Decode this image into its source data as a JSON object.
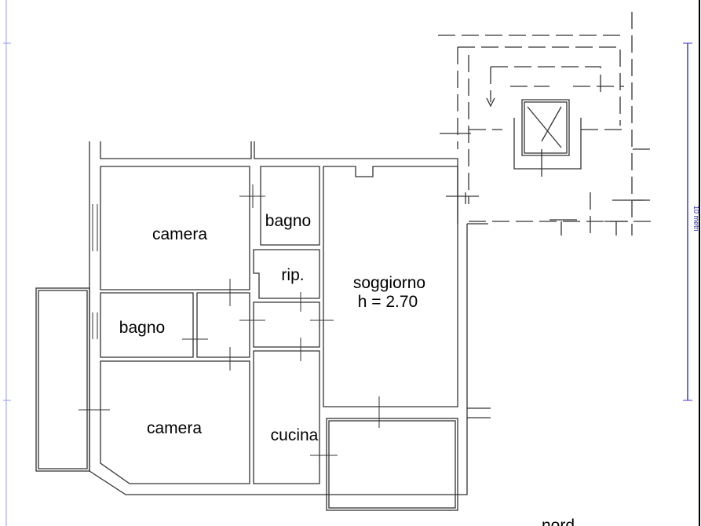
{
  "plan": {
    "rooms": [
      {
        "id": "camera-top",
        "label": "camera"
      },
      {
        "id": "bagno-top",
        "label": "bagno"
      },
      {
        "id": "ripostiglio",
        "label": "rip."
      },
      {
        "id": "soggiorno",
        "label": "soggiorno",
        "height_label": "h = 2.70"
      },
      {
        "id": "bagno-left",
        "label": "bagno"
      },
      {
        "id": "camera-bottom",
        "label": "camera"
      },
      {
        "id": "cucina",
        "label": "cucina"
      }
    ],
    "scale_label": "10 metri",
    "north_label": "nord"
  },
  "colors": {
    "walls": "#333333",
    "scale_bar": "#3b3bd6",
    "border_blue": "#8f8fe8"
  }
}
